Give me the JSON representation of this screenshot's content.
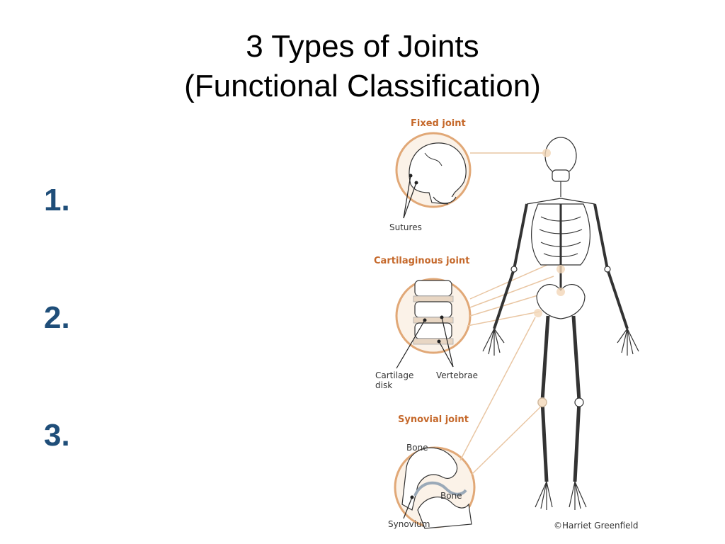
{
  "slide": {
    "title_line1": "3 Types of Joints",
    "title_line2": "(Functional Classification)",
    "items": [
      "1.",
      "2.",
      "3."
    ]
  },
  "figure": {
    "fixed_joint": {
      "heading": "Fixed joint",
      "label": "Sutures"
    },
    "cartilaginous_joint": {
      "heading": "Cartilaginous joint",
      "label_disk_1": "Cartilage",
      "label_disk_2": "disk",
      "label_vertebrae": "Vertebrae"
    },
    "synovial_joint": {
      "heading": "Synovial joint",
      "label_bone_top": "Bone",
      "label_bone_bottom": "Bone",
      "label_synovium": "Synovium"
    },
    "credit": "©Harriet Greenfield"
  },
  "colors": {
    "accent": "#c5682a",
    "number": "#1f4e79",
    "ring": "#e1a877"
  }
}
